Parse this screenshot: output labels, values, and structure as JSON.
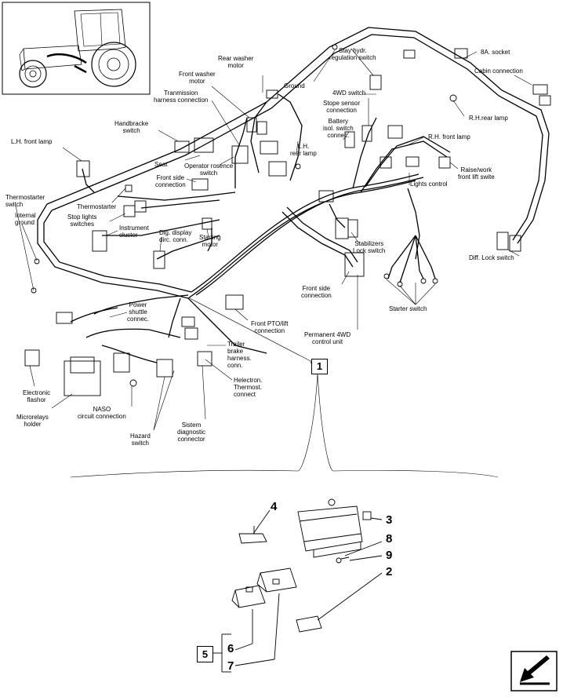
{
  "labels": {
    "socket_8a": "8A. socket",
    "stay_hydr": "Stay hydr.\nregulation switch",
    "rear_washer": "Rear washer\nmotor",
    "front_washer": "Front washer\nmotor",
    "transmission": "Tranmission\nharness connection",
    "ground": "Ground",
    "cabin_connection": "Cabin connection",
    "wd4_switch": "4WD switch",
    "stope_sensor": "Stope sensor\nconnection",
    "rh_rear_lamp": "R.H.rear lamp",
    "battery_isol": "Battery\nisol. switch\nconnec.",
    "handbrake": "Handbracke\nswitch",
    "lh_front_lamp": "L.H. front lamp",
    "lh_rear_lamp": "L.H.\nrear lamp",
    "rh_front_lamp": "R.H. front lamp",
    "seat": "Seat",
    "operator_presence": "Operator rosence\nswitch",
    "raise_work": "Raise/work\nfront lift swite",
    "front_side_1": "Front side\nconnection",
    "lights_control": "Lights control",
    "thermostarter_switch": "Thermostarter\nswitch",
    "thermostarter": "Thermostarter",
    "internal_ground": "Internal\nground",
    "stop_lights": "Stop lights\nswitches",
    "instrument_cluster": "Instrument\ncluster",
    "dig_display": "Dig. display\ndirc. conn.",
    "starting_motor": "Starting\nmotor",
    "stabilizers": "Stabilizers\nLock switch",
    "diff_lock": "Diff. Lock switch",
    "front_side_2": "Front side\nconnection",
    "starter_switch": "Starter switch",
    "power_shuttle": "Power\nshuttle\nconnec.",
    "front_pto": "Front PTO/lift\nconnection",
    "permanent_4wd": "Permanent 4WD\ncontrol unit",
    "trailer_brake": "Trailer\nbrake\nharness.\nconn.",
    "helectron": "Helectron.\nThermost.\nconnect",
    "electronic_flasher": "Electronic\nflashor",
    "microrelays": "Microrelays\nholder",
    "naso": "NASO\ncircuit connection",
    "sistem_diag": "Sistem\ndiagnostic\nconnector",
    "hazard": "Hazard\nswitch"
  },
  "callouts": {
    "c1": "1",
    "c2": "2",
    "c3": "3",
    "c4": "4",
    "c5": "5",
    "c6": "6",
    "c7": "7",
    "c8": "8",
    "c9": "9"
  },
  "icons": {
    "tractor": "tractor-thumbnail-icon",
    "nav": "arrow-back-icon"
  },
  "colors": {
    "line": "#000000",
    "background": "#ffffff"
  }
}
